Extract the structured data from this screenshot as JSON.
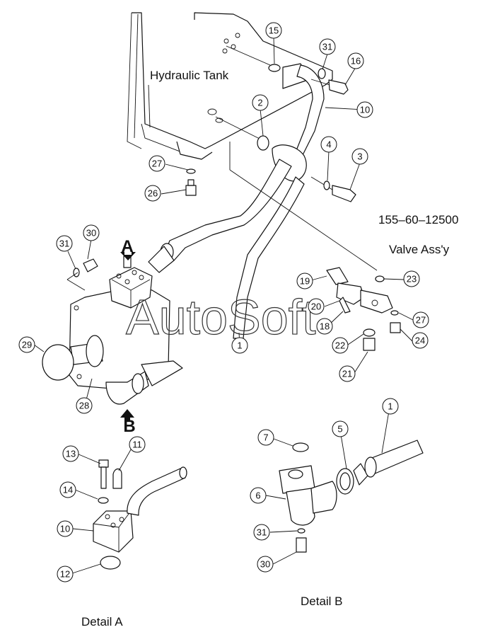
{
  "labels": {
    "hydraulic_tank": "Hydraulic Tank",
    "part_number": "155–60–12500",
    "valve_assy": "Valve Ass'y",
    "detail_a": "Detail A",
    "detail_b": "Detail B",
    "view_a": "A",
    "view_b": "B"
  },
  "watermark": "AutoSoft",
  "callouts": [
    "15",
    "31",
    "16",
    "2",
    "10",
    "4",
    "3",
    "27",
    "26",
    "31",
    "30",
    "1",
    "23",
    "19",
    "20",
    "18",
    "27",
    "22",
    "24",
    "21",
    "29",
    "28",
    "13",
    "11",
    "14",
    "10",
    "12",
    "7",
    "5",
    "1",
    "6",
    "31",
    "30"
  ]
}
